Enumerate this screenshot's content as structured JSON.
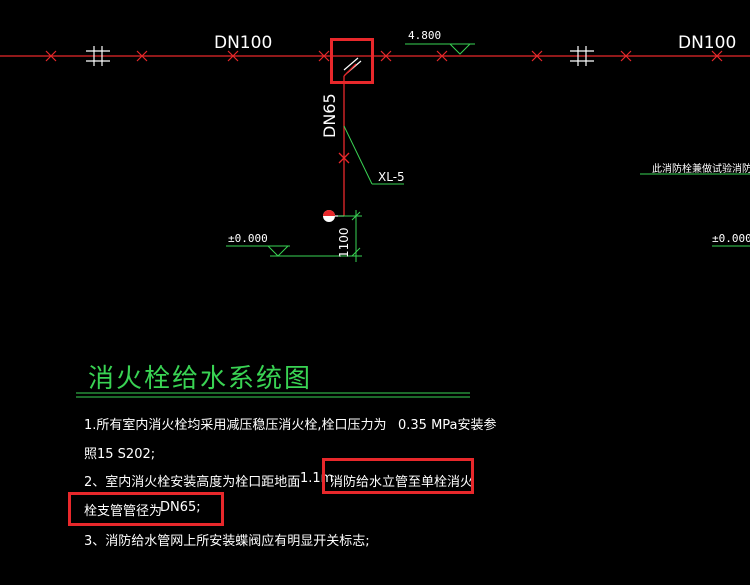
{
  "drawing": {
    "pipe_label_left": "DN100",
    "pipe_label_right": "DN100",
    "elevation_top": "4.800",
    "riser_size": "DN65",
    "riser_tag": "XL-5",
    "elevation_left": "±0.000",
    "elevation_right": "±0.000",
    "hydrant_height": "1100",
    "side_note": "此消防栓兼做试验消防栓"
  },
  "notes": {
    "title": "消火栓给水系统图",
    "line1_a": "1.所有室内消火栓均采用减压稳压消火栓,栓口压力为",
    "line1_b": "0.35 MPa安装参",
    "line2": "照15 S202;",
    "line3_a": "2、室内消火栓安装高度为栓口距地面",
    "line3_b": "1.1m",
    "line3_c": "消防给水立管至单栓消火",
    "line4_a": "栓支管管径为",
    "line4_b": "DN65;",
    "line5": "3、消防给水管网上所安装蝶阀应有明显开关标志;"
  },
  "colors": {
    "pipe": "#e8282b",
    "dim": "#39d353",
    "text": "#ffffff",
    "highlight": "#e8282b"
  }
}
